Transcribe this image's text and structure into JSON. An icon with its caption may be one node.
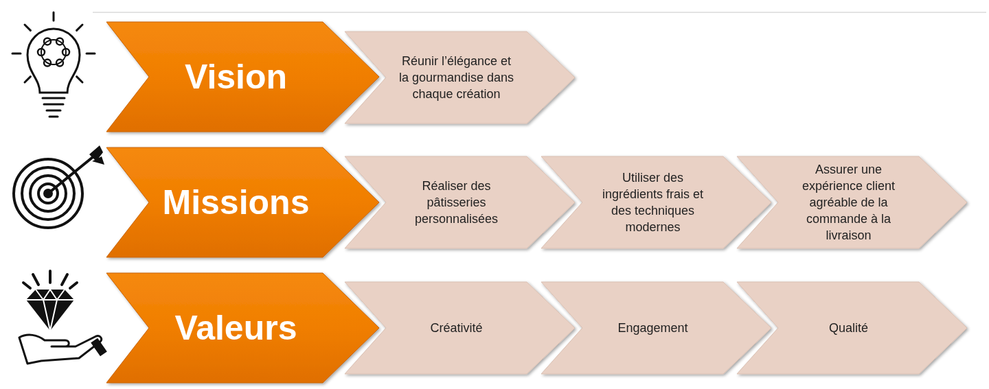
{
  "diagram": {
    "nodes": [
      {
        "text": [
          "Vision"
        ]
      },
      {
        "text": [
          "Réunir l’élégance et la gourmandise dans chaque création"
        ]
      },
      {
        "text": [
          "Missions"
        ]
      },
      {
        "text": [
          "Réaliser des pâtisseries personnalisées"
        ]
      },
      {
        "text": [
          "Utiliser des ingrédients frais et des techniques modernes"
        ]
      },
      {
        "text": [
          "Assurer une expérience client agréable de la commande à la livraison"
        ]
      },
      {
        "text": [
          "Valeurs"
        ]
      },
      {
        "text": [
          "Créativité"
        ]
      },
      {
        "text": [
          "Engagement"
        ]
      },
      {
        "text": [
          "Qualité"
        ]
      }
    ],
    "edges": []
  }
}
